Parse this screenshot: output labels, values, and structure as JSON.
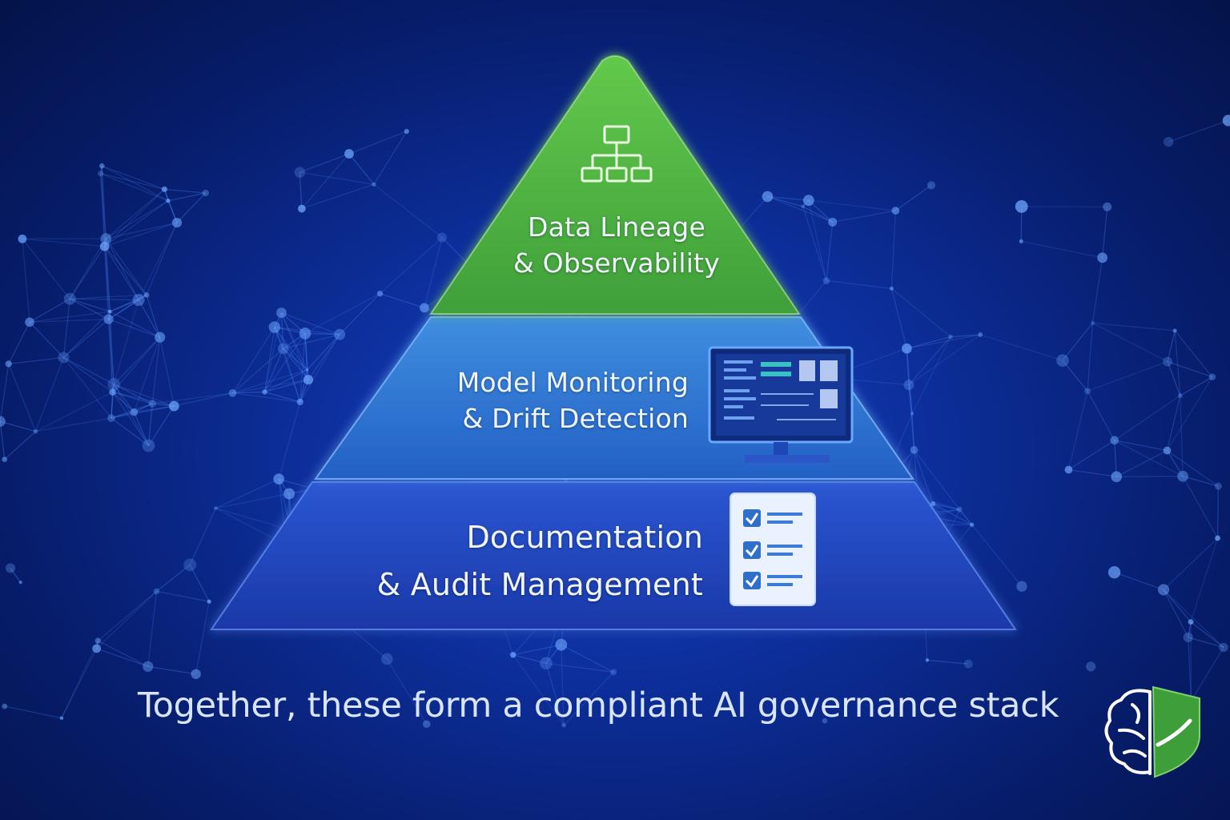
{
  "diagram": {
    "tiers": [
      {
        "id": "top",
        "lines": [
          "Data Lineage",
          "& Observability"
        ],
        "icon": "hierarchy-icon",
        "color": "#5cc04a"
      },
      {
        "id": "middle",
        "lines": [
          "Model Monitoring",
          "& Drift Detection"
        ],
        "icon": "monitor-dashboard-icon",
        "color": "#2f7fd9"
      },
      {
        "id": "bottom",
        "lines": [
          "Documentation",
          "& Audit Management"
        ],
        "icon": "checklist-icon",
        "color": "#2148c4"
      }
    ],
    "caption": "Together, these form a compliant AI governance stack",
    "logo_icon": "brain-shield-icon"
  }
}
